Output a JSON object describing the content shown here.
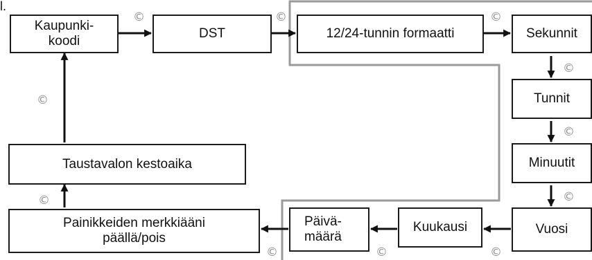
{
  "fragment": "l.",
  "copyright_glyph": "©",
  "colors": {
    "box_border": "#1a1a1a",
    "arrow": "#111111",
    "group_frame": "#9a9a9a",
    "icon": "#8c8c8c"
  },
  "boxes": [
    {
      "id": "kaupunkikoodi",
      "label": "Kaupunki-\nkoodi"
    },
    {
      "id": "dst",
      "label": "DST"
    },
    {
      "id": "format",
      "label": "12/24-tunnin formaatti"
    },
    {
      "id": "sekunnit",
      "label": "Sekunnit"
    },
    {
      "id": "tunnit",
      "label": "Tunnit"
    },
    {
      "id": "minuutit",
      "label": "Minuutit"
    },
    {
      "id": "vuosi",
      "label": "Vuosi"
    },
    {
      "id": "kuukausi",
      "label": "Kuukausi"
    },
    {
      "id": "paivamaara",
      "label": "Päivä-\nmäärä"
    },
    {
      "id": "painikkeiden",
      "label": "Painikkeiden merkkiääni\npäällä/pois"
    },
    {
      "id": "taustavalo",
      "label": "Taustavalon kestoaika"
    }
  ]
}
